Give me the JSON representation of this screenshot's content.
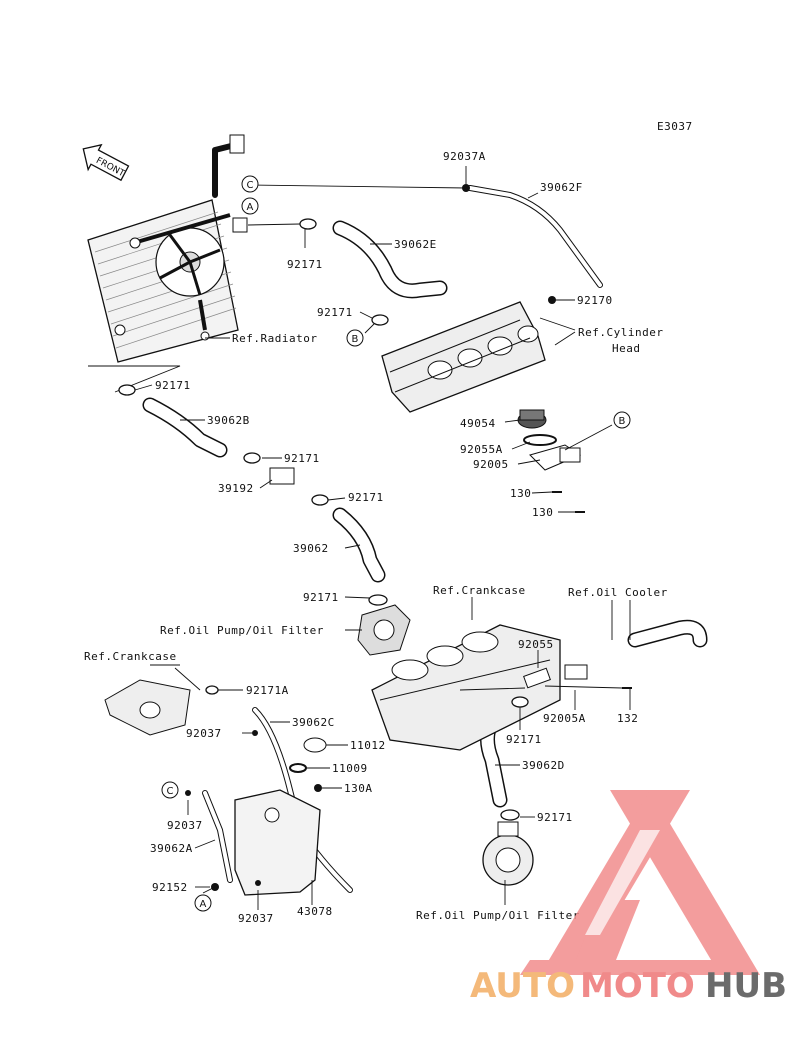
{
  "diagram_id": "E3037",
  "front_label": "FRONT",
  "refs": {
    "radiator": "Ref.Radiator",
    "cylinder_head_1": "Ref.Cylinder",
    "cylinder_head_2": "Head",
    "crankcase_top": "Ref.Crankcase",
    "oil_cooler": "Ref.Oil Cooler",
    "crankcase_left": "Ref.Crankcase",
    "oil_pump_top": "Ref.Oil Pump/Oil Filter",
    "oil_pump_bottom": "Ref.Oil Pump/Oil Filter"
  },
  "parts": {
    "p92037A": "92037A",
    "p39062F": "39062F",
    "p92171_a": "92171",
    "p39062E": "39062E",
    "p92171_b": "92171",
    "p92170": "92170",
    "p92171_c": "92171",
    "p39062B": "39062B",
    "p49054": "49054",
    "p92055A": "92055A",
    "p92005": "92005",
    "p92171_d": "92171",
    "p39192": "39192",
    "p92171_e": "92171",
    "p130_a": "130",
    "p130_b": "130",
    "p39062": "39062",
    "p92171_f": "92171",
    "p92055": "92055",
    "p92171A": "92171A",
    "p39062C": "39062C",
    "p92037_a": "92037",
    "p11012": "11012",
    "p92005A": "92005A",
    "p132": "132",
    "p92171_g": "92171",
    "p11009": "11009",
    "p130A": "130A",
    "p39062D": "39062D",
    "p92037_b": "92037",
    "p92171_h": "92171",
    "p39062A": "39062A",
    "p92152": "92152",
    "p92037_c": "92037",
    "p43078": "43078"
  },
  "callouts": {
    "A": "A",
    "B": "B",
    "C": "C"
  },
  "watermark": {
    "part1": "AUTO",
    "part2": "MOTO",
    "part3": "HUB",
    "color_auto": "#f4b97a",
    "color_moto": "#f08a8a",
    "color_hub": "#6b6b6b",
    "logo_color": "#f28c8c"
  }
}
